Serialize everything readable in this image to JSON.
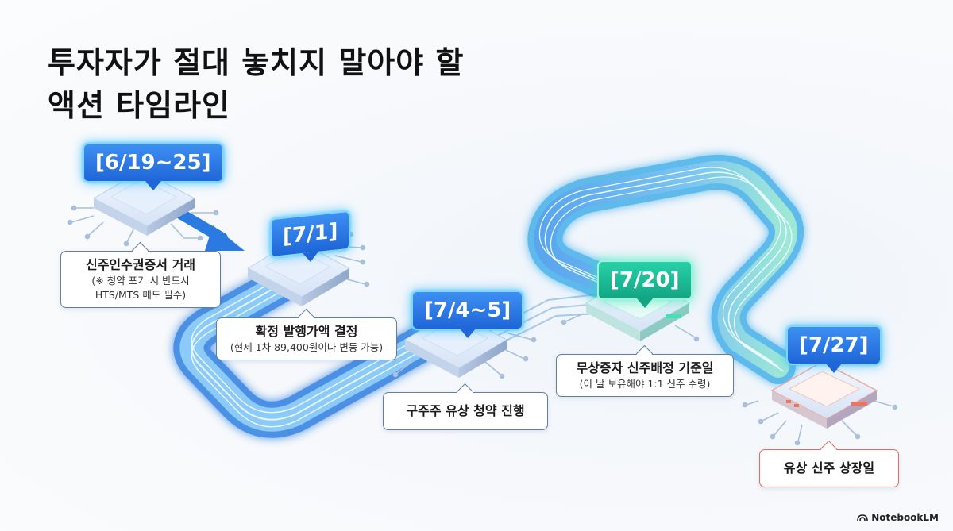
{
  "title_line1": "투자자가 절대 놓치지 말아야 할",
  "title_line2": "액션 타임라인",
  "events": [
    {
      "date": "[6/19~25]",
      "label": "신주인수권증서 거래",
      "note": "(※ 청약 포기 시 반드시\nHTS/MTS 매도 필수)"
    },
    {
      "date": "[7/1]",
      "label": "확정 발행가액 결정",
      "note": "(현제 1차 89,400원이나 변동 가능)"
    },
    {
      "date": "[7/4~5]",
      "label": "구주주 유상 청약 진행",
      "note": ""
    },
    {
      "date": "[7/20]",
      "label": "무상증자 신주배정 기준일",
      "note": "(이 날 보유해야 1:1 신주 수령)"
    },
    {
      "date": "[7/27]",
      "label": "유상 신주 상장일",
      "note": ""
    }
  ],
  "colors": {
    "track": "#3f8fe6",
    "glow_blue": "#5cc8ff",
    "glow_green": "#3fe0b4",
    "highlight": "#e86a5a"
  },
  "brand": "NotebookLM"
}
